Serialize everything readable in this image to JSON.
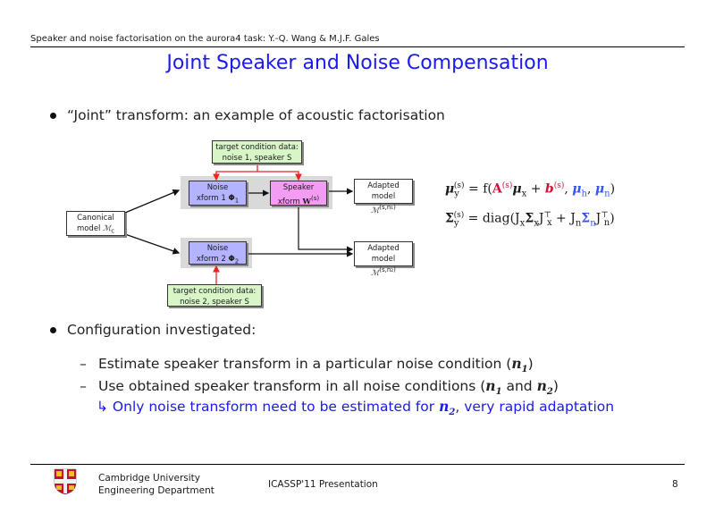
{
  "header": {
    "running_title": "Speaker and noise factorisation on the aurora4 task: Y.-Q. Wang & M.J.F. Gales",
    "slide_title": "Joint Speaker and Noise Compensation"
  },
  "bullets": [
    {
      "text": "“Joint” transform: an example of acoustic factorisation"
    },
    {
      "text": "Configuration investigated:"
    }
  ],
  "sub_bullets": [
    {
      "text": "Estimate speaker transform in a particular noise condition (",
      "math_a": "n",
      "sub_a": "1",
      "close": ")"
    },
    {
      "text": "Use obtained speaker transform in all noise conditions (",
      "math_a": "n",
      "sub_a": "1",
      "mid": " and ",
      "math_b": "n",
      "sub_b": "2",
      "close": ")"
    },
    {
      "arrow": "↳",
      "text": " Only noise transform need to be estimated for ",
      "math_a": "n",
      "sub_a": "2",
      "rest": ", very rapid adaptation"
    }
  ],
  "diagram": {
    "target1": {
      "line1": "target condition data:",
      "line2": "noise 1, speaker S"
    },
    "target2": {
      "line1": "target condition data:",
      "line2": "noise 2, speaker S"
    },
    "canonical": {
      "line1": "Canonical",
      "line2": "model ",
      "sym": "ℳ",
      "sub": "c"
    },
    "noise1": {
      "line1": "Noise",
      "line2": "xform 1 ",
      "sym": "Φ",
      "sub": "1"
    },
    "noise2": {
      "line1": "Noise",
      "line2": "xform 2 ",
      "sym": "Φ",
      "sub": "2"
    },
    "speaker": {
      "line1": "Speaker",
      "line2": "xform ",
      "sym": "W",
      "sup": "(s)"
    },
    "adapted1": {
      "line1": "Adapted model",
      "sym": "ℳ",
      "sup": "(s,n₁)"
    },
    "adapted2": {
      "line1": "Adapted model",
      "sym": "ℳ",
      "sup": "(s,n₂)"
    }
  },
  "equations": {
    "eq1": {
      "lhs": "μ",
      "lhs_sub": "y",
      "lhs_sup": "(s)",
      "eq": " = f(",
      "A": "A",
      "A_sup": "(s)",
      "mux": "μ",
      "mux_sub": "x",
      "plus": " + ",
      "b": "b",
      "b_sup": "(s)",
      "comma": ", ",
      "muh": "μ",
      "muh_sub": "h",
      "comma2": ", ",
      "mun": "μ",
      "mun_sub": "n",
      "close": ")"
    },
    "eq2": {
      "lhs": "Σ",
      "lhs_sub": "y",
      "lhs_sup": "(s)",
      "eq": " = diag(J",
      "jx_sub": "x",
      "sx": "Σ",
      "sx_sub": "x",
      "j2": "J",
      "j2_sub": "x",
      "T": "⊤",
      "plus": " + J",
      "jn_sub": "n",
      "sn": "Σ",
      "sn_sub": "n",
      "j3": "J",
      "j3_sub": "n",
      "close": ")"
    }
  },
  "colors": {
    "title_blue": "#1a1aee",
    "highlight_red": "#cc1133",
    "highlight_blue": "#3355ee",
    "arrow_red": "#ee2222"
  },
  "footer": {
    "institution_line1": "Cambridge University",
    "institution_line2": "Engineering Department",
    "conference": "ICASSP'11 Presentation",
    "page_number": "8",
    "logo_icon": "university-crest-icon"
  }
}
